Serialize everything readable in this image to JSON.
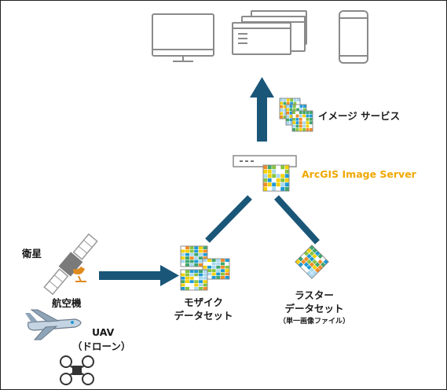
{
  "labels": {
    "image_service": "イメージ サービス",
    "server": "ArcGIS Image Server",
    "satellite": "衛星",
    "aircraft": "航空機",
    "uav": "UAV",
    "drone": "（ドローン）",
    "mosaic_line1": "モザイク",
    "mosaic_line2": "データセット",
    "raster_line1": "ラスター",
    "raster_line2": "データセット",
    "raster_note": "（単一画像ファイル）"
  },
  "colors": {
    "arrow": "#1a5678",
    "server_label": "#f0a800",
    "device_stroke": "#8a8a8a",
    "raster_tile_palette": [
      "#f5d100",
      "#86c440",
      "#1f9bd6",
      "#a8d8f0",
      "#f28c28",
      "#ffffff",
      "#3fa66b"
    ]
  },
  "icons": {
    "monitor": "monitor-icon",
    "browser": "browser-windows-icon",
    "phone": "smartphone-icon",
    "server": "server-icon",
    "satellite": "satellite-icon",
    "airplane": "airplane-icon",
    "drone": "drone-icon"
  }
}
